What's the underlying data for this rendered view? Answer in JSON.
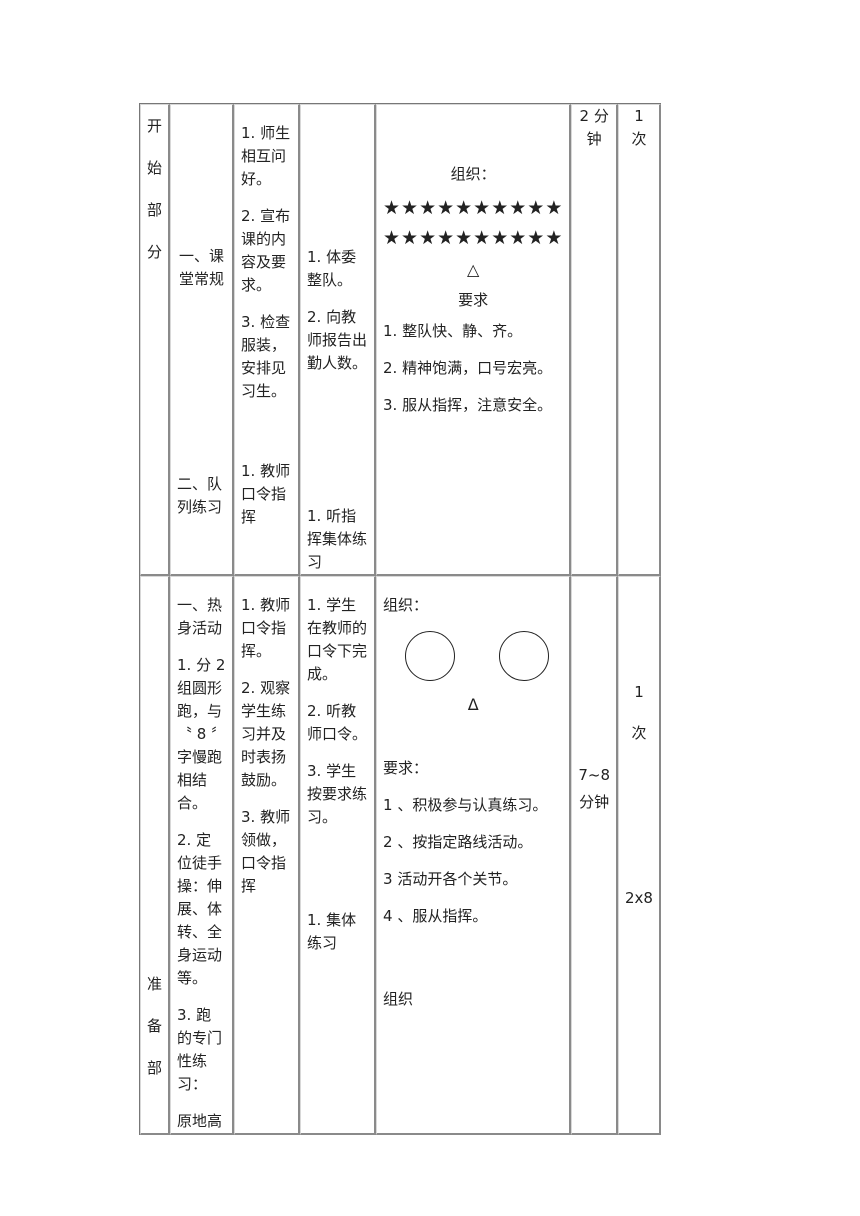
{
  "row1": {
    "section": [
      "开",
      "始",
      "部",
      "分"
    ],
    "content": [
      "一、课堂常规",
      "二、队列练习"
    ],
    "teacher": [
      "1. 师生相互问好。",
      "2. 宣布课的内容及要求。",
      "3. 检查服装，安排见习生。",
      "1. 教师口令指挥"
    ],
    "student": [
      "1. 体委整队。",
      "2. 向教师报告出勤人数。",
      "1. 听指挥集体练习"
    ],
    "org": {
      "title": "组织：",
      "stars_row1": "★★★★★★★★★★",
      "stars_row2": "★★★★★★★★★★",
      "teacher_mark": "△",
      "req_title": "要求",
      "reqs": [
        "1. 整队快、静、齐。",
        "2. 精神饱满，口号宏亮。",
        "3. 服从指挥，注意安全。"
      ]
    },
    "time": "2 分钟",
    "times": "1 次"
  },
  "row2": {
    "section": [
      "准",
      "备",
      "部"
    ],
    "content": [
      "一、热身活动",
      "1. 分 2 组圆形跑，与〝 8 〞字慢跑相结合。",
      "2. 定位徒手操：伸展、体转、全身运动等。",
      "3. 跑的专门性练习：",
      "原地高"
    ],
    "teacher": [
      "1. 教师口令指挥。",
      "2. 观察学生练习并及时表扬鼓励。",
      "3. 教师领做，口令指挥"
    ],
    "student": [
      "1. 学生在教师的口令下完成。",
      "2. 听教师口令。",
      "3. 学生按要求练习。",
      "1. 集体练习"
    ],
    "org": {
      "title": "组织：",
      "teacher_mark": "Δ",
      "req_title": "要求：",
      "reqs": [
        "1 、积极参与认真练习。",
        "2 、按指定路线活动。",
        "3 活动开各个关节。",
        "4 、服从指挥。"
      ],
      "org2": "组织"
    },
    "time_a": "7~8",
    "time_b": "分钟",
    "times_a": "1",
    "times_b": "次",
    "times_c": "2x8"
  }
}
